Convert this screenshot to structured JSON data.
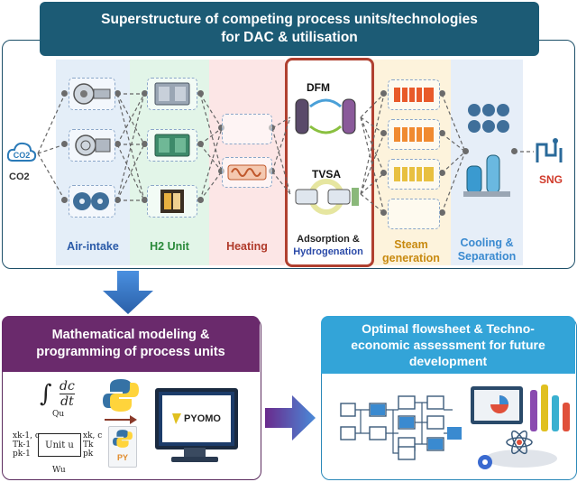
{
  "header": {
    "title_line1": "Superstructure of competing process units/technologies",
    "title_line2": "for DAC & utilisation"
  },
  "inputs": {
    "co2_label": "CO2",
    "co2_icon_text": "CO2"
  },
  "columns": {
    "air_intake": "Air-intake",
    "h2_unit": "H2 Unit",
    "heating": "Heating",
    "adsorption_line1": "Adsorption &",
    "adsorption_line2": "Hydrogenation",
    "steam_line1": "Steam",
    "steam_line2": "generation",
    "cooling_line1": "Cooling &",
    "cooling_line2": "Separation"
  },
  "technologies": {
    "dfm": "DFM",
    "tvsa": "TVSA"
  },
  "output": {
    "sng": "SNG"
  },
  "modeling": {
    "title_line1": "Mathematical modeling &",
    "title_line2": "programming of process units",
    "equation_num": "dc",
    "equation_den": "dt",
    "unit_label": "Unit u",
    "q_label": "Qu",
    "w_label": "Wu",
    "in_x": "xk-1, c",
    "in_t": "Tk-1",
    "in_p": "pk-1",
    "out_x": "xk, c",
    "out_t": "Tk",
    "out_p": "pk",
    "py_label": "PY",
    "pyomo_label": "PYOMO"
  },
  "assessment": {
    "title_line1": "Optimal flowsheet & Techno-",
    "title_line2": "economic assessment for future",
    "title_line3": "development"
  },
  "colors": {
    "header_bg": "#1c5b75",
    "modeling_bg": "#6a2a6c",
    "assessment_bg": "#33a4d8",
    "highlight_border": "#b04030",
    "arrow_blue": "#3a7fd0",
    "arrow_purple": "#7a3a9a"
  }
}
